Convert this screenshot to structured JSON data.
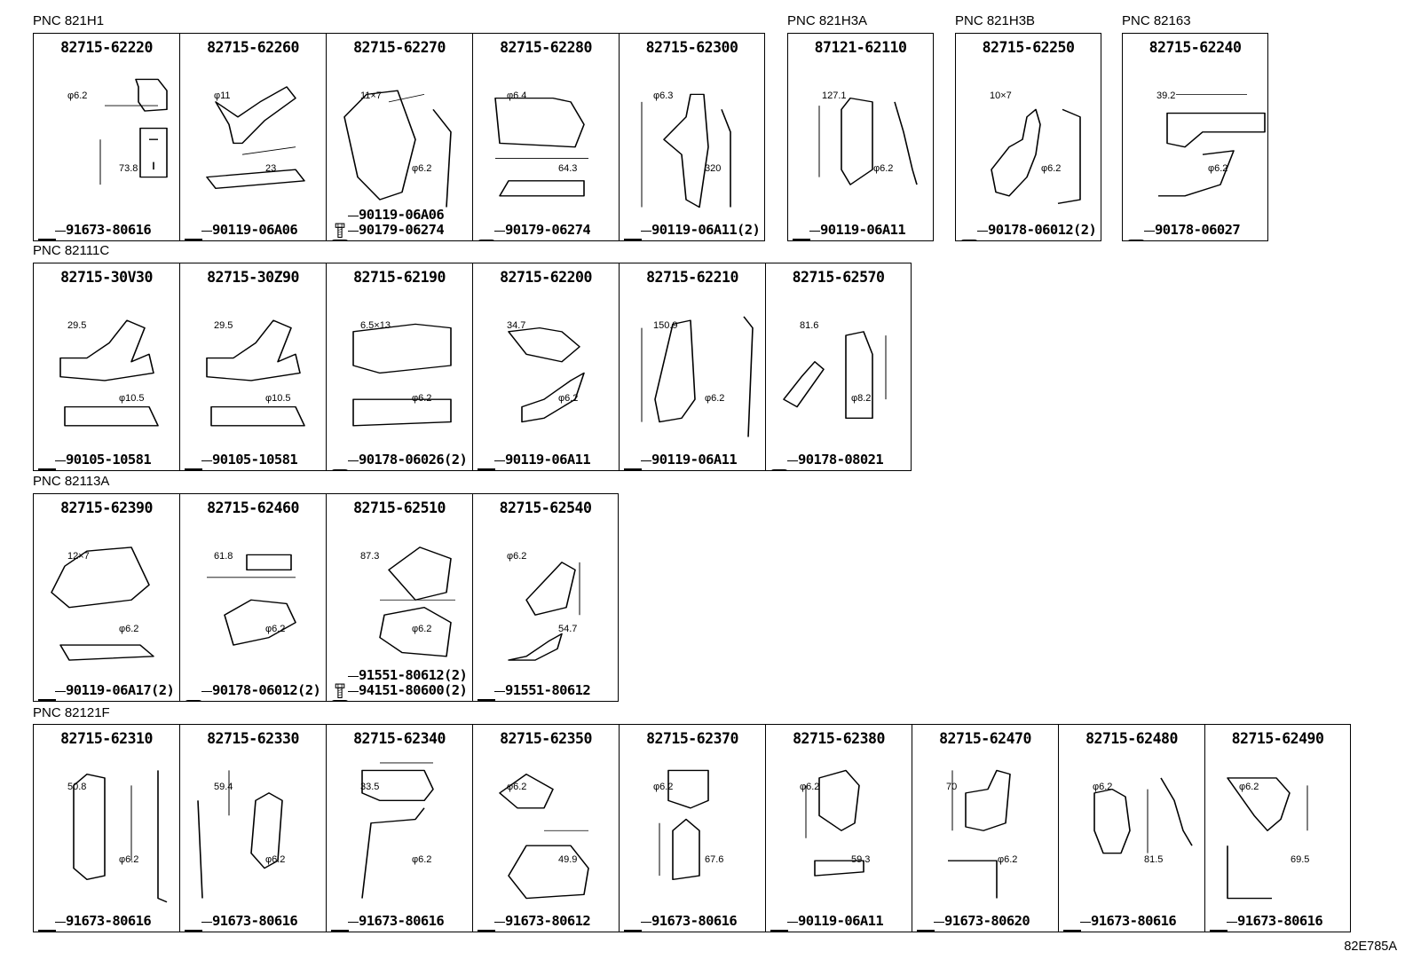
{
  "diagram_ref": "82E785A",
  "groups": [
    {
      "label": "PNC 821H1"
    },
    {
      "label": "PNC 821H3A"
    },
    {
      "label": "PNC 821H3B"
    },
    {
      "label": "PNC 82163"
    },
    {
      "label": "PNC 82111C"
    },
    {
      "label": "PNC 82113A"
    },
    {
      "label": "PNC 82121F"
    }
  ],
  "parts": [
    {
      "pn": "82715-62220",
      "dims": [
        "φ6.2",
        "73.8"
      ],
      "fasteners": [
        {
          "type": "bolt",
          "pn": "91673-80616"
        }
      ]
    },
    {
      "pn": "82715-62260",
      "dims": [
        "φ11",
        "23"
      ],
      "fasteners": [
        {
          "type": "bolt",
          "pn": "90119-06A06"
        }
      ]
    },
    {
      "pn": "82715-62270",
      "dims": [
        "11×7",
        "φ6.2"
      ],
      "fasteners": [
        {
          "type": "bolt",
          "pn": "90119-06A06"
        },
        {
          "type": "clip",
          "pn": "90179-06274"
        }
      ]
    },
    {
      "pn": "82715-62280",
      "dims": [
        "φ6.4",
        "64.3"
      ],
      "fasteners": [
        {
          "type": "clip",
          "pn": "90179-06274"
        }
      ]
    },
    {
      "pn": "82715-62300",
      "dims": [
        "φ6.3",
        "320"
      ],
      "fasteners": [
        {
          "type": "bolt",
          "pn": "90119-06A11(2)"
        }
      ]
    },
    {
      "pn": "87121-62110",
      "dims": [
        "127.1",
        "φ6.2"
      ],
      "fasteners": [
        {
          "type": "bolt",
          "pn": "90119-06A11"
        }
      ]
    },
    {
      "pn": "82715-62250",
      "dims": [
        "10×7",
        "φ6.2"
      ],
      "fasteners": [
        {
          "type": "clip",
          "pn": "90178-06012(2)"
        }
      ]
    },
    {
      "pn": "82715-62240",
      "dims": [
        "39.2",
        "φ6.2"
      ],
      "fasteners": [
        {
          "type": "clip",
          "pn": "90178-06027"
        }
      ]
    },
    {
      "pn": "82715-30V30",
      "dims": [
        "29.5",
        "φ10.5"
      ],
      "fasteners": [
        {
          "type": "bolt",
          "pn": "90105-10581"
        }
      ]
    },
    {
      "pn": "82715-30Z90",
      "dims": [
        "29.5",
        "φ10.5"
      ],
      "fasteners": [
        {
          "type": "bolt",
          "pn": "90105-10581"
        }
      ]
    },
    {
      "pn": "82715-62190",
      "dims": [
        "6.5×13",
        "φ6.2"
      ],
      "fasteners": [
        {
          "type": "clip",
          "pn": "90178-06026(2)"
        }
      ]
    },
    {
      "pn": "82715-62200",
      "dims": [
        "34.7",
        "φ6.2"
      ],
      "fasteners": [
        {
          "type": "bolt",
          "pn": "90119-06A11"
        }
      ]
    },
    {
      "pn": "82715-62210",
      "dims": [
        "150.9",
        "φ6.2"
      ],
      "fasteners": [
        {
          "type": "bolt",
          "pn": "90119-06A11"
        }
      ]
    },
    {
      "pn": "82715-62570",
      "dims": [
        "81.6",
        "φ8.2"
      ],
      "fasteners": [
        {
          "type": "clip",
          "pn": "90178-08021"
        }
      ]
    },
    {
      "pn": "82715-62390",
      "dims": [
        "12×7",
        "φ6.2"
      ],
      "fasteners": [
        {
          "type": "bolt",
          "pn": "90119-06A17(2)"
        }
      ]
    },
    {
      "pn": "82715-62460",
      "dims": [
        "61.8",
        "φ6.2"
      ],
      "fasteners": [
        {
          "type": "clip",
          "pn": "90178-06012(2)"
        }
      ]
    },
    {
      "pn": "82715-62510",
      "dims": [
        "87.3",
        "φ6.2"
      ],
      "fasteners": [
        {
          "type": "bolt",
          "pn": "91551-80612(2)"
        },
        {
          "type": "clip",
          "pn": "94151-80600(2)"
        }
      ]
    },
    {
      "pn": "82715-62540",
      "dims": [
        "φ6.2",
        "54.7"
      ],
      "fasteners": [
        {
          "type": "bolt",
          "pn": "91551-80612"
        }
      ]
    },
    {
      "pn": "82715-62310",
      "dims": [
        "50.8",
        "φ6.2"
      ],
      "fasteners": [
        {
          "type": "bolt",
          "pn": "91673-80616"
        }
      ]
    },
    {
      "pn": "82715-62330",
      "dims": [
        "59.4",
        "φ6.2"
      ],
      "fasteners": [
        {
          "type": "bolt",
          "pn": "91673-80616"
        }
      ]
    },
    {
      "pn": "82715-62340",
      "dims": [
        "33.5",
        "φ6.2"
      ],
      "fasteners": [
        {
          "type": "bolt",
          "pn": "91673-80616"
        }
      ]
    },
    {
      "pn": "82715-62350",
      "dims": [
        "φ6.2",
        "49.9"
      ],
      "fasteners": [
        {
          "type": "bolt",
          "pn": "91673-80612"
        }
      ]
    },
    {
      "pn": "82715-62370",
      "dims": [
        "φ6.2",
        "67.6"
      ],
      "fasteners": [
        {
          "type": "bolt",
          "pn": "91673-80616"
        }
      ]
    },
    {
      "pn": "82715-62380",
      "dims": [
        "φ6.2",
        "59.3"
      ],
      "fasteners": [
        {
          "type": "bolt",
          "pn": "90119-06A11"
        }
      ]
    },
    {
      "pn": "82715-62470",
      "dims": [
        "70",
        "φ6.2"
      ],
      "fasteners": [
        {
          "type": "bolt",
          "pn": "91673-80620"
        }
      ]
    },
    {
      "pn": "82715-62480",
      "dims": [
        "φ6.2",
        "81.5"
      ],
      "fasteners": [
        {
          "type": "bolt",
          "pn": "91673-80616"
        }
      ]
    },
    {
      "pn": "82715-62490",
      "dims": [
        "φ6.2",
        "69.5"
      ],
      "fasteners": [
        {
          "type": "bolt",
          "pn": "91673-80616"
        }
      ]
    }
  ]
}
